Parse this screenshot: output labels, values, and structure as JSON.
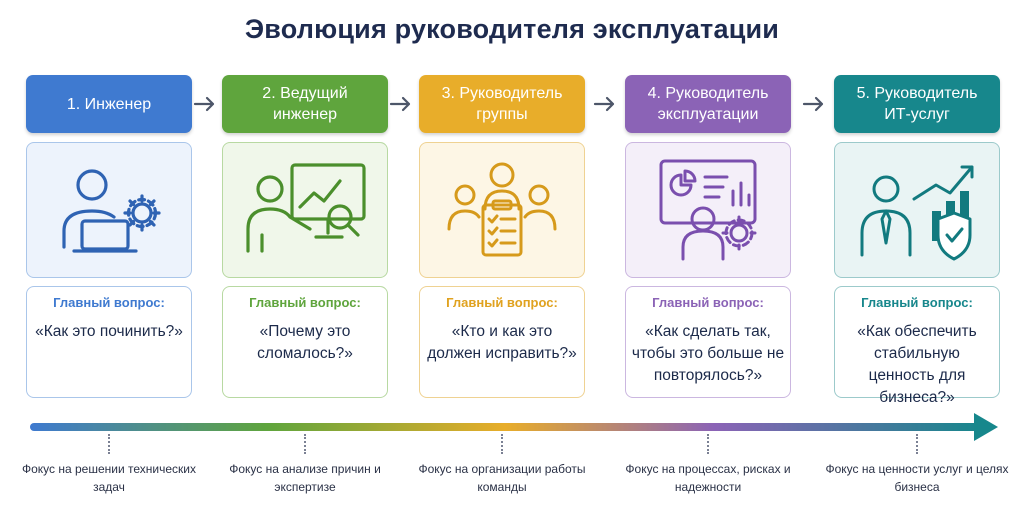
{
  "title": "Эволюция руководителя эксплуатации",
  "stages": [
    {
      "header": "1. Инженер",
      "icon": "engineer-laptop-gear-icon",
      "question_label": "Главный вопрос:",
      "question": "«Как это починить?»",
      "focus": "Фокус на решении технических задач",
      "color": "#3f7ad0"
    },
    {
      "header": "2. Ведущий инженер",
      "icon": "engineer-board-magnifier-icon",
      "question_label": "Главный вопрос:",
      "question": "«Почему это сломалось?»",
      "focus": "Фокус на анализе причин и экспертизе",
      "color": "#5fa53d"
    },
    {
      "header": "3. Руководитель группы",
      "icon": "team-checklist-icon",
      "question_label": "Главный вопрос:",
      "question": "«Кто и как это должен исправить?»",
      "focus": "Фокус на организации работы команды",
      "color": "#e8ad2a"
    },
    {
      "header": "4. Руководитель эксплуатации",
      "icon": "manager-dashboard-gear-icon",
      "question_label": "Главный вопрос:",
      "question": "«Как сделать так, чтобы это больше не повторялось?»",
      "focus": "Фокус на процессах, рисках и надежности",
      "color": "#8b63b6"
    },
    {
      "header": "5. Руководитель ИТ-услуг",
      "icon": "executive-growth-shield-icon",
      "question_label": "Главный вопрос:",
      "question": "«Как обеспечить стабильную ценность для бизнеса?»",
      "focus": "Фокус на ценности услуг и целях бизнеса",
      "color": "#17878c"
    }
  ]
}
